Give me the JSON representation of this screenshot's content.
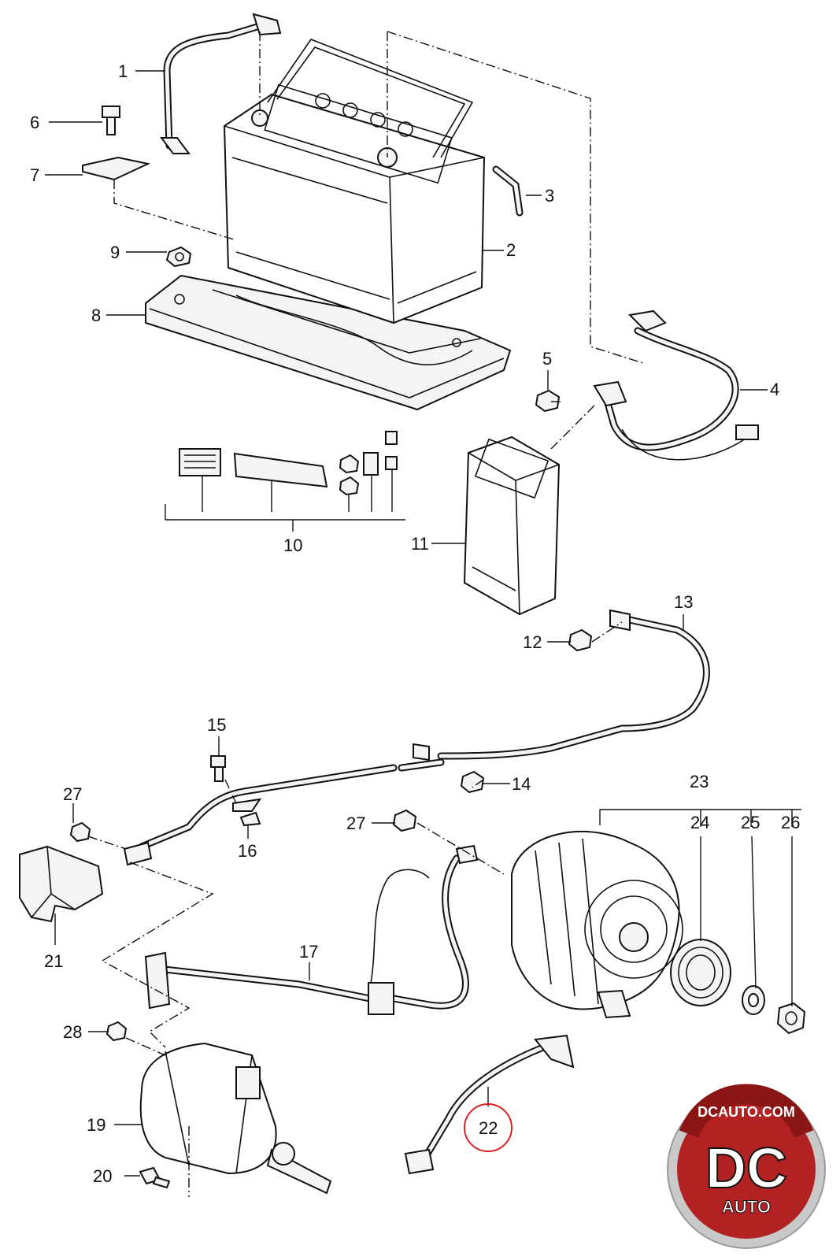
{
  "diagram": {
    "callouts": [
      "1",
      "2",
      "3",
      "4",
      "5",
      "6",
      "7",
      "8",
      "9",
      "10",
      "11",
      "12",
      "13",
      "14",
      "15",
      "16",
      "17",
      "19",
      "20",
      "21",
      "22",
      "23",
      "24",
      "25",
      "26",
      "27",
      "27",
      "28"
    ],
    "highlighted_callout": "22",
    "colors": {
      "line": "#111111",
      "highlight": "#dd2222",
      "logo_bg": "#b22222",
      "logo_ring": "#c9c9c9"
    }
  },
  "logo": {
    "arc_text": "DCAUTO.COM",
    "mark": "DC",
    "sub": "AUTO",
    "icon": "dcauto-badge-icon"
  }
}
